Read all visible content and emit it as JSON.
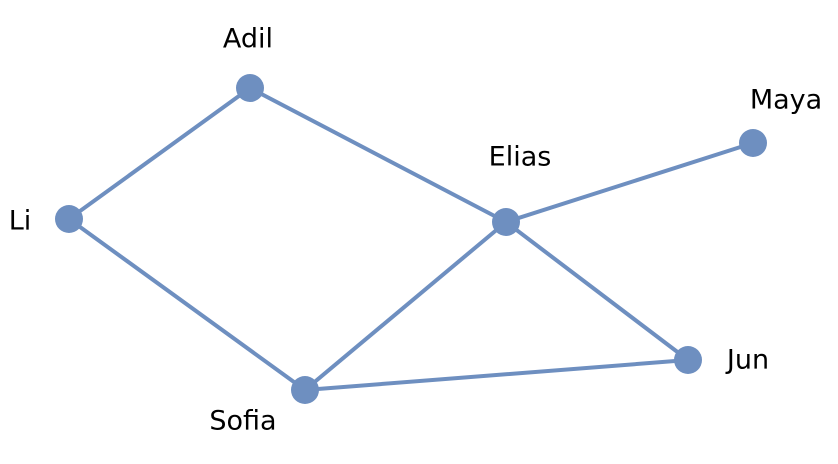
{
  "colors": {
    "node": "#6e8fc0",
    "edge": "#6e8fc0",
    "label": "#000000"
  },
  "nodes": [
    {
      "id": "adil",
      "label": "Adil"
    },
    {
      "id": "maya",
      "label": "Maya"
    },
    {
      "id": "elias",
      "label": "Elias"
    },
    {
      "id": "li",
      "label": "Li"
    },
    {
      "id": "jun",
      "label": "Jun"
    },
    {
      "id": "sofia",
      "label": "Sofia"
    }
  ],
  "edges": [
    {
      "from": "li",
      "to": "adil"
    },
    {
      "from": "adil",
      "to": "elias"
    },
    {
      "from": "elias",
      "to": "maya"
    },
    {
      "from": "li",
      "to": "sofia"
    },
    {
      "from": "sofia",
      "to": "elias"
    },
    {
      "from": "elias",
      "to": "jun"
    },
    {
      "from": "sofia",
      "to": "jun"
    }
  ]
}
